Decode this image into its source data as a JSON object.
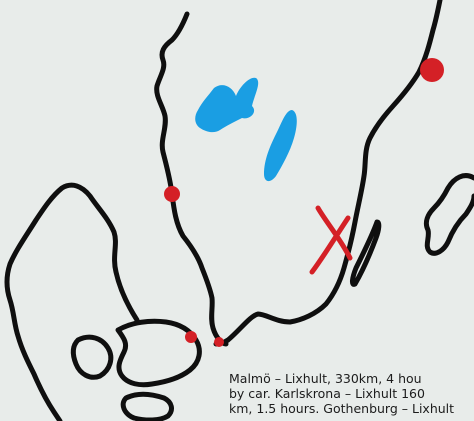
{
  "map": {
    "colors": {
      "background": "#e8ecea",
      "coastline": "#0f0f0f",
      "lakes": "#1a9ee3",
      "markers": "#d42026",
      "destination_cross": "#d42026"
    },
    "features": [
      "Sweden coastline",
      "Denmark coastline",
      "Öland island",
      "Vänern and Vättern lakes"
    ],
    "markers": [
      {
        "id": "stockholm-dot",
        "kind": "city-dot"
      },
      {
        "id": "gothenburg-dot",
        "kind": "city-dot"
      },
      {
        "id": "copenhagen-dot",
        "kind": "city-dot"
      },
      {
        "id": "malmo-dot",
        "kind": "city-dot"
      },
      {
        "id": "lixhult-cross",
        "kind": "destination-cross"
      }
    ]
  },
  "caption": {
    "line1": "Malmö – Lixhult, 330km, 4 hou",
    "line2": "by car. Karlskrona – Lixhult 160",
    "line3": "km, 1.5 hours. Gothenburg – Lixhult"
  }
}
